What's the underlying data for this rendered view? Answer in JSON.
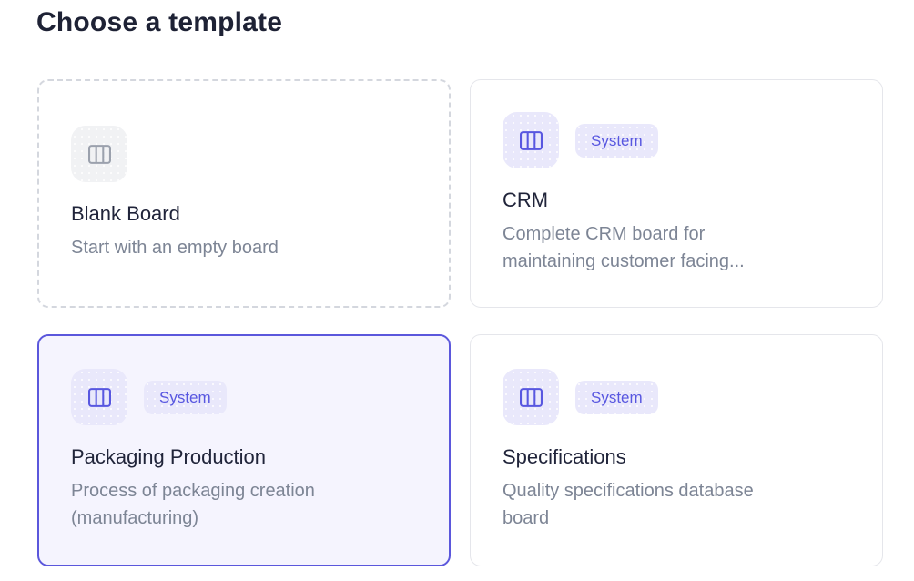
{
  "page": {
    "title": "Choose a template"
  },
  "colors": {
    "accent": "#5857e0",
    "accent_light_bg": "#e9e8fb",
    "selected_border": "#5b57dc",
    "selected_card_bg": "#f5f4fe",
    "card_border": "#e5e6eb",
    "dashed_border": "#d4d7de",
    "heading_text": "#1e2235",
    "title_text": "#20243a",
    "description_text": "#7d8595",
    "gray_icon": "#9ba1ad",
    "gray_icon_bg": "#f1f2f4"
  },
  "templates": [
    {
      "name": "Blank Board",
      "description": "Start with an empty board",
      "badge": "",
      "icon": "board-columns-icon",
      "selected": false
    },
    {
      "name": "CRM",
      "description": "Complete CRM board for maintaining customer facing...",
      "badge": "System",
      "icon": "board-columns-icon",
      "selected": false
    },
    {
      "name": "Packaging Production",
      "description": "Process of packaging creation (manufacturing)",
      "badge": "System",
      "icon": "board-columns-icon",
      "selected": true
    },
    {
      "name": "Specifications",
      "description": "Quality specifications database board",
      "badge": "System",
      "icon": "board-columns-icon",
      "selected": false
    }
  ]
}
